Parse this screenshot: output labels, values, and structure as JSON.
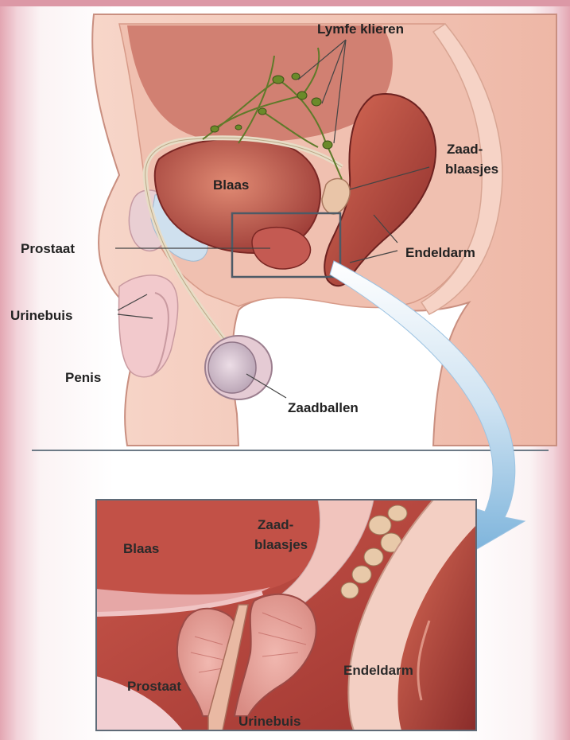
{
  "top_labels": {
    "lymph_nodes": "Lymfe klieren",
    "seminal_vesicles_line1": "Zaad-",
    "seminal_vesicles_line2": "blaasjes",
    "bladder": "Blaas",
    "prostate": "Prostaat",
    "rectum": "Endeldarm",
    "urethra": "Urinebuis",
    "penis": "Penis",
    "testicles": "Zaadballen"
  },
  "detail_labels": {
    "bladder": "Blaas",
    "seminal_vesicles_line1": "Zaad-",
    "seminal_vesicles_line2": "blaasjes",
    "rectum": "Endeldarm",
    "prostate": "Prostaat",
    "urethra": "Urinebuis"
  },
  "colors": {
    "skin": "#f3cbbd",
    "organ": "#b84a44",
    "organ_dark": "#8f2f2e",
    "lymph": "#6b8a2a",
    "frame": "#5f6b78",
    "arrow": "#8bbde0"
  }
}
